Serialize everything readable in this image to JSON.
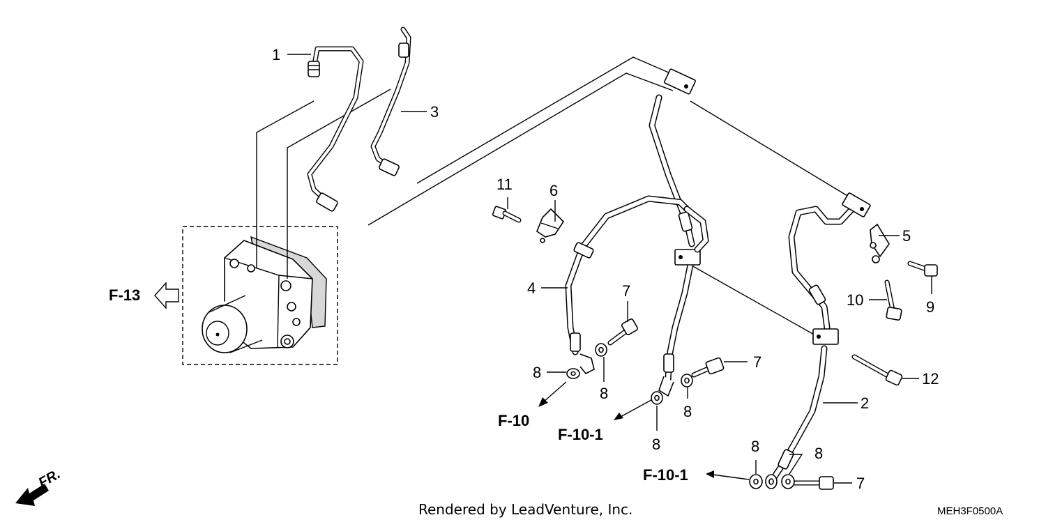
{
  "callouts": {
    "c1": "1",
    "c2": "2",
    "c3": "3",
    "c4": "4",
    "c5": "5",
    "c6": "6",
    "c7a": "7",
    "c7b": "7",
    "c7c": "7",
    "c8a": "8",
    "c8b": "8",
    "c8c": "8",
    "c8d": "8",
    "c8e": "8",
    "c8f": "8",
    "c9": "9",
    "c10": "10",
    "c11": "11",
    "c12": "12"
  },
  "references": {
    "f13": "F-13",
    "f10": "F-10",
    "f101a": "F-10-1",
    "f101b": "F-10-1"
  },
  "direction": "FR.",
  "footer": {
    "rendered_by": "Rendered by LeadVenture, Inc.",
    "diagram_code": "MEH3F0500A"
  }
}
